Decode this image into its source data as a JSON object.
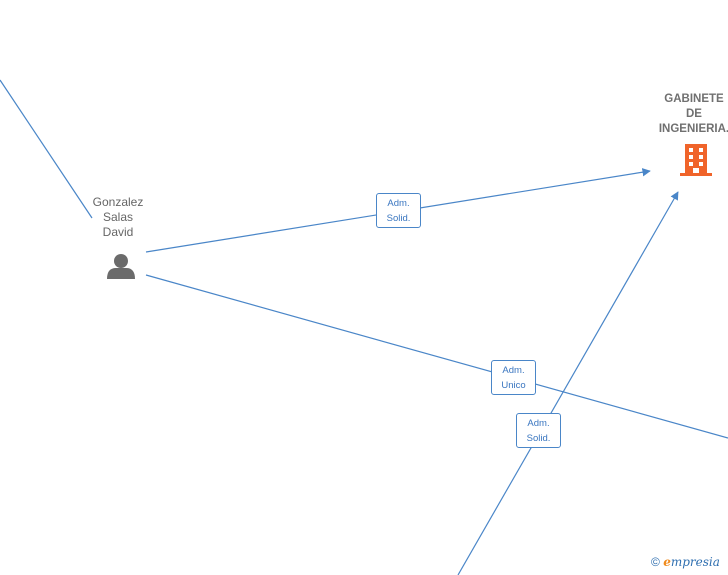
{
  "nodes": {
    "person": {
      "name_lines": [
        "Gonzalez",
        "Salas",
        "David"
      ],
      "icon": "person-icon",
      "color": "#6b6b6b"
    },
    "company": {
      "name_lines": [
        "GABINETE",
        "DE",
        "INGENIERIA."
      ],
      "icon": "building-icon",
      "color": "#f0642a"
    }
  },
  "edges": {
    "adm_solid_1": {
      "lines": [
        "Adm.",
        "Solid."
      ]
    },
    "adm_unico": {
      "lines": [
        "Adm.",
        "Unico"
      ]
    },
    "adm_solid_2": {
      "lines": [
        "Adm.",
        "Solid."
      ]
    }
  },
  "colors": {
    "edge": "#4a86c8",
    "label_text": "#3a76c0"
  },
  "watermark": {
    "symbol": "©",
    "brand_initial": "e",
    "brand_rest": "mpresia"
  }
}
